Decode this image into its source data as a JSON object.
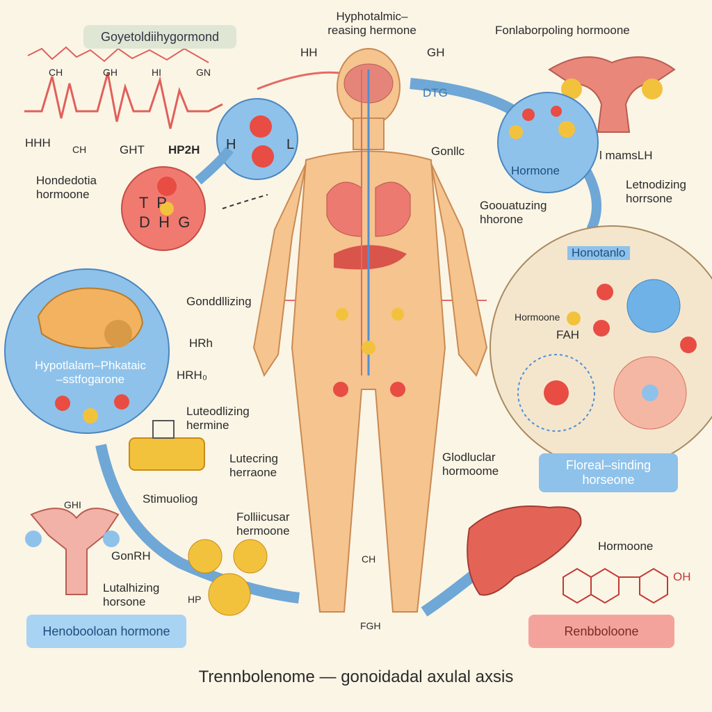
{
  "labels": {
    "top_left_banner": "Goyetoldiihygormond",
    "hypothalamic_title": "Hyphotalmic–\nreasing hermone",
    "hh_top": "HH",
    "gh_top": "GH",
    "top_right_title": "Fonlaborpoling hormoone",
    "pulse_ch1": "CH",
    "pulse_gh": "GH",
    "pulse_hi": "HI",
    "pulse_gn": "GN",
    "pulse_hhh": "HHH",
    "pulse_ch2": "CH",
    "pulse_gh2": "GHT",
    "hp2h": "HP2H",
    "honodolia": "Hondedotia\nhormoone",
    "dtg": "DTG",
    "gonilc": "Gonllc",
    "hormone_circle": "Hormone",
    "tramsl_h": "l mamsLH",
    "letnodizing": "Letnodizing\nhorrsone",
    "gonatuzing": "Goouatuzing\nhhorone",
    "godollizing": "Gonddllizing",
    "hypotalam": "Hypotlalam–Phkataic\n–sstfogarone",
    "hrh": "HRh",
    "hrh2": "HRH₀",
    "honotanio": "Honotanlo",
    "hormone_right": "Hormoone",
    "fah": "FAH",
    "luteolizing_left": "Luteodlizing\nhermine",
    "lutecring": "Lutecring\nherraone",
    "stimulating": "Stimuoliog",
    "follicular": "Folliicusar\nhermoone",
    "glodular": "Glodluclar\nhormoome",
    "floral": "Floreal–sinding\nhorseone",
    "gh_lower_left": "GHI",
    "gonrh": "GonRH",
    "lutalhizing": "Lutalhizing\nhorsone",
    "hp_small": "HP",
    "ch_mid": "CH",
    "fgh": "FGH",
    "hormoone_bottom": "Hormoone",
    "oh": "OH",
    "bottom_left_pill": "Henobooloan hormone",
    "bottom_right_pill": "Renbboloone",
    "footer_title": "Trennbolenome — gonoidadal axulal axsis",
    "molecule_tphdhg": "T  P\nD  H  G",
    "blue_circle_h": "H",
    "blue_circle_l": "L"
  },
  "colors": {
    "background": "#fbf5e6",
    "skin": "#f5c48f",
    "skin_outline": "#c98a52",
    "blue_circle": "#8ec2ea",
    "red": "#e25b54",
    "arrow_blue": "#6fa7d6",
    "arrow_red": "#e56a63",
    "yellow": "#f3c23c",
    "pill_blue": "#a9d3f2",
    "pill_red": "#f4a39c"
  }
}
